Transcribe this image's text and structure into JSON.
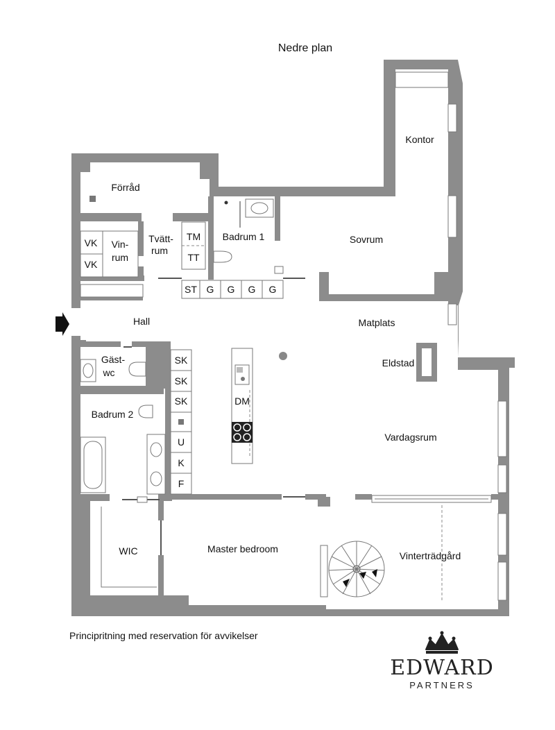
{
  "plan": {
    "title": "Nedre plan",
    "caption": "Principritning med reservation för avvikelser"
  },
  "brand": {
    "name": "EDWARD",
    "sub": "PARTNERS"
  },
  "rooms": {
    "forrad": "Förråd",
    "vinrum_1": "Vin-",
    "vinrum_2": "rum",
    "tvattrum_1": "Tvätt-",
    "tvattrum_2": "rum",
    "badrum1": "Badrum 1",
    "sovrum": "Sovrum",
    "kontor": "Kontor",
    "hall": "Hall",
    "matplats": "Matplats",
    "eldstad": "Eldstad",
    "gastwc_1": "Gäst-",
    "gastwc_2": "wc",
    "badrum2": "Badrum 2",
    "vardagsrum": "Vardagsrum",
    "wic": "WIC",
    "master": "Master bedroom",
    "vintertradgard": "Vinterträdgård"
  },
  "units": {
    "vk1": "VK",
    "vk2": "VK",
    "tm": "TM",
    "tt": "TT",
    "st": "ST",
    "g1": "G",
    "g2": "G",
    "g3": "G",
    "g4": "G",
    "sk1": "SK",
    "sk2": "SK",
    "sk3": "SK",
    "u": "U",
    "k": "K",
    "f": "F",
    "dm": "DM"
  }
}
